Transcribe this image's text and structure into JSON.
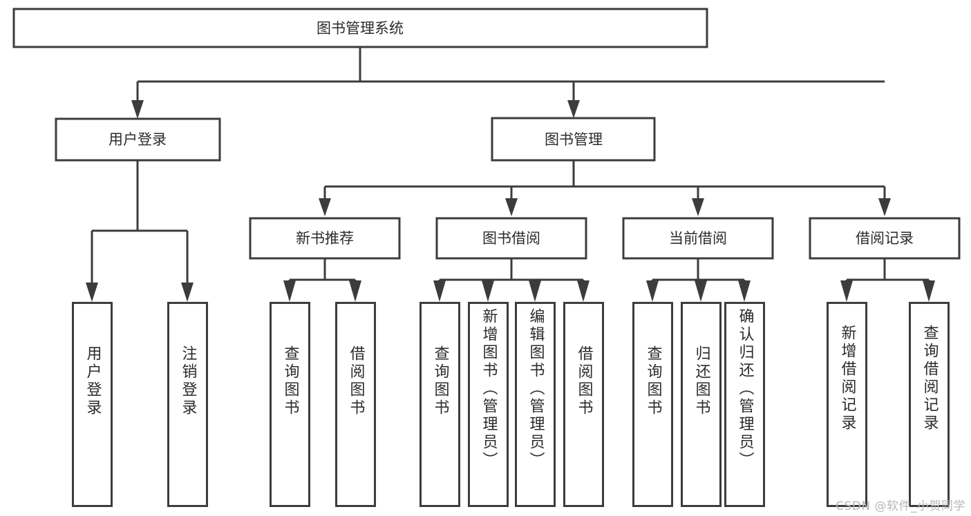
{
  "diagram": {
    "type": "tree",
    "title": "图书管理系统",
    "orientation": "top-down",
    "colors": {
      "stroke": "#3c3c3c",
      "fill": "#ffffff",
      "text": "#2b2b2b",
      "watermark": "#b8b8b8",
      "background": "#ffffff"
    },
    "root": {
      "label": "图书管理系统"
    },
    "level1": [
      {
        "label": "用户登录"
      },
      {
        "label": "图书管理"
      }
    ],
    "level2": [
      {
        "label": "新书推荐"
      },
      {
        "label": "图书借阅"
      },
      {
        "label": "当前借阅"
      },
      {
        "label": "借阅记录"
      }
    ],
    "leaves": {
      "user_login": [
        {
          "label": "用户登录"
        },
        {
          "label": "注销登录"
        }
      ],
      "new_book_recommend": [
        {
          "label": "查询图书"
        },
        {
          "label": "借阅图书"
        }
      ],
      "book_borrow": [
        {
          "label": "查询图书"
        },
        {
          "label": "新增图书（管理员）"
        },
        {
          "label": "编辑图书（管理员）"
        },
        {
          "label": "借阅图书"
        }
      ],
      "current_borrow": [
        {
          "label": "查询图书"
        },
        {
          "label": "归还图书"
        },
        {
          "label": "确认归还（管理员）"
        }
      ],
      "borrow_record": [
        {
          "label": "新增借阅记录"
        },
        {
          "label": "查询借阅记录"
        }
      ]
    }
  },
  "watermark": {
    "text": "CSDN @软件_小贺同学"
  }
}
